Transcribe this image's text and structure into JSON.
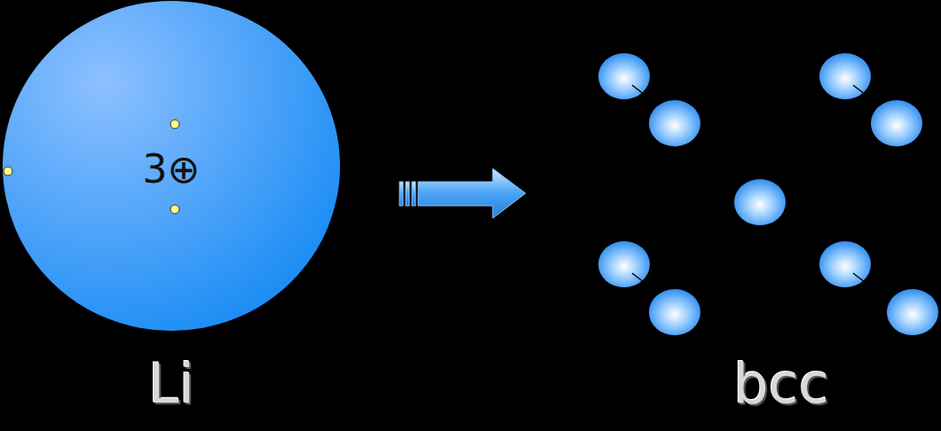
{
  "diagram": {
    "nodes": [
      {
        "text": [
          "3⊕"
        ]
      }
    ],
    "labels": [
      "Li",
      "bcc"
    ]
  }
}
